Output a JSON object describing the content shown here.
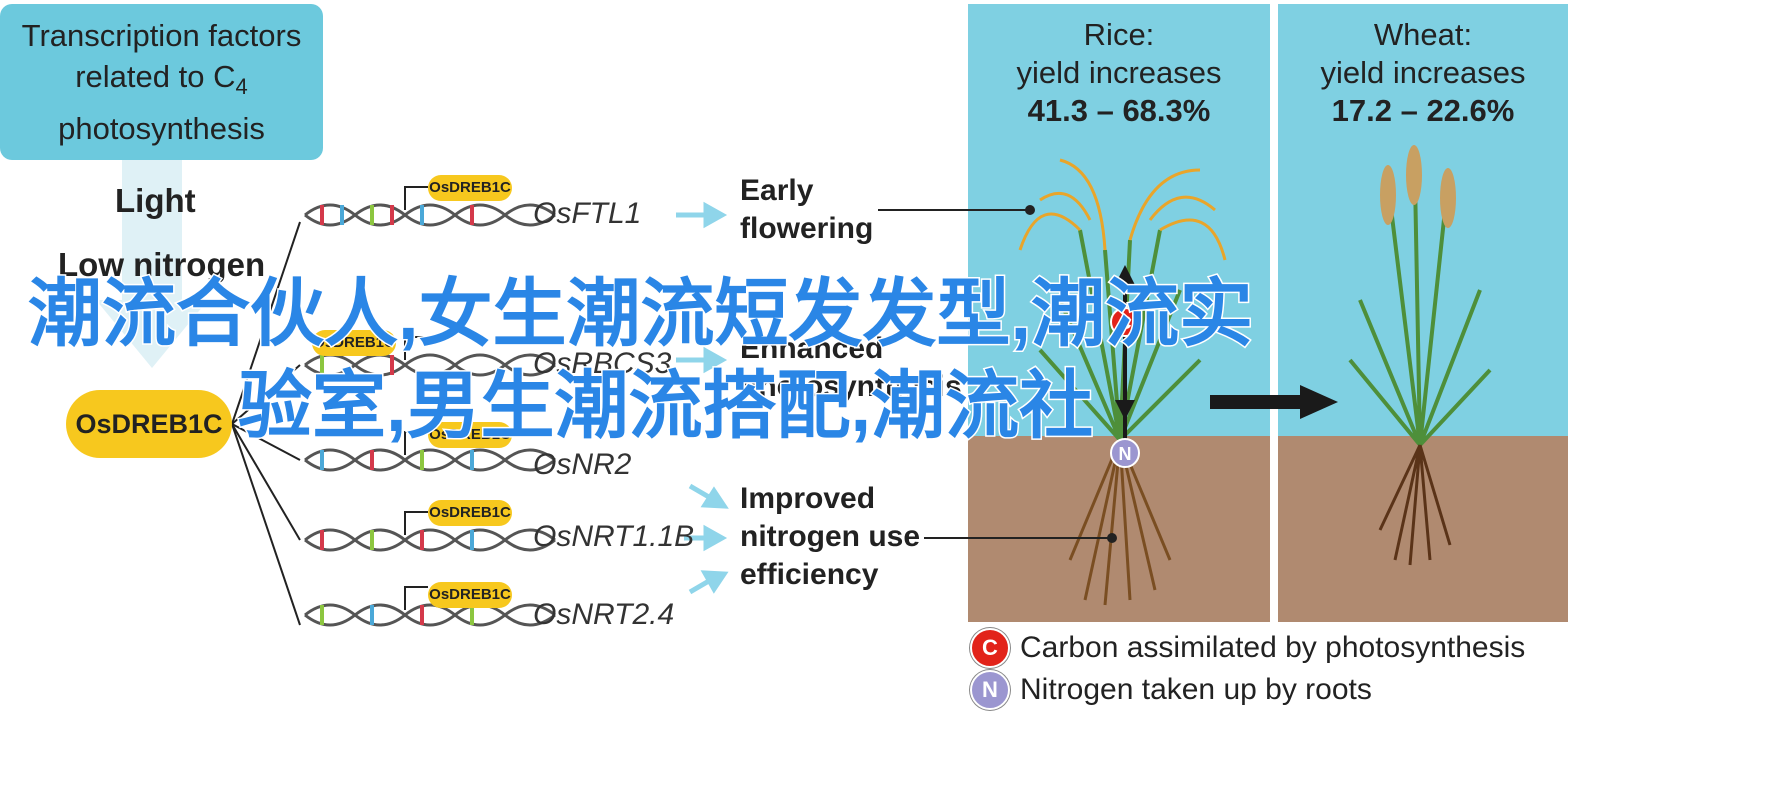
{
  "title_box": {
    "line1": "Transcription factors",
    "line2": "related to C",
    "sub": "4",
    "line3": "photosynthesis"
  },
  "conditions": {
    "light": "Light",
    "low_nitrogen": "Low nitrogen"
  },
  "hub_label": "OsDREB1C",
  "genes": [
    {
      "pill": "OsDREB1C",
      "name": "OsFTL1"
    },
    {
      "pill": "OsDREB1C",
      "name": "OsRBCS3"
    },
    {
      "pill": "OsDREB1C",
      "name": "OsNR2"
    },
    {
      "pill": "OsDREB1C",
      "name": "OsNRT1.1B"
    },
    {
      "pill": "OsDREB1C",
      "name": "OsNRT2.4"
    }
  ],
  "effects": {
    "early": [
      "Early",
      "flowering"
    ],
    "enhanced": [
      "Enhanced",
      "photosynthesis"
    ],
    "improved": [
      "Improved",
      "nitrogen use",
      "efficiency"
    ]
  },
  "rice": {
    "crop": "Rice:",
    "label": "yield increases",
    "range": "41.3 – 68.3%"
  },
  "wheat": {
    "crop": "Wheat:",
    "label": "yield increases",
    "range": "17.2 – 22.6%"
  },
  "legend": {
    "carbon": {
      "symbol": "C",
      "text": "Carbon assimilated by photosynthesis",
      "color": "#e2231a"
    },
    "nitrogen": {
      "symbol": "N",
      "text": "Nitrogen taken up by roots",
      "color": "#9b96d0"
    }
  },
  "colors": {
    "sky": "#7fd0e2",
    "soil": "#b08a70",
    "box": "#6cc9dd",
    "pill": "#f7c81e"
  },
  "watermark": {
    "line1": "潮流合伙人,女生潮流短发发型,潮流实",
    "line2": "验室,男生潮流搭配,潮流社"
  }
}
